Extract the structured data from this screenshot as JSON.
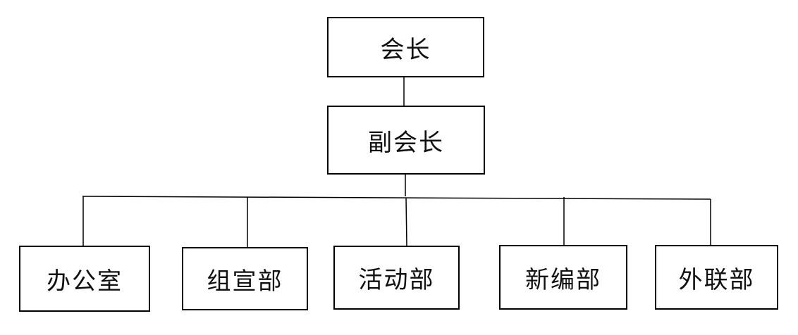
{
  "diagram": {
    "type": "org-chart",
    "nodes": {
      "president": "会长",
      "vice_president": "副会长",
      "departments": [
        "办公室",
        "组宣部",
        "活动部",
        "新编部",
        "外联部"
      ]
    },
    "edges": [
      [
        "会长",
        "副会长"
      ],
      [
        "副会长",
        "办公室"
      ],
      [
        "副会长",
        "组宣部"
      ],
      [
        "副会长",
        "活动部"
      ],
      [
        "副会长",
        "新编部"
      ],
      [
        "副会长",
        "外联部"
      ]
    ],
    "line_color": "#000000",
    "box_border_color": "#000000"
  }
}
